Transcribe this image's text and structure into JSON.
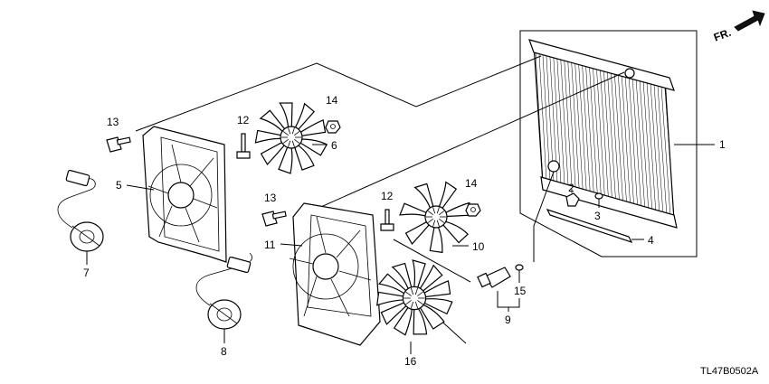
{
  "diagram": {
    "code": "TL47B0502A",
    "direction_label": "FR.",
    "callouts": [
      "1",
      "2",
      "3",
      "4",
      "5",
      "6",
      "7",
      "8",
      "9",
      "10",
      "11",
      "12",
      "13",
      "14",
      "15",
      "16"
    ],
    "upper_callouts": {
      "c12": "12",
      "c13": "13",
      "c14": "14"
    },
    "lower_callouts": {
      "c12": "12",
      "c13": "13",
      "c14": "14"
    }
  }
}
